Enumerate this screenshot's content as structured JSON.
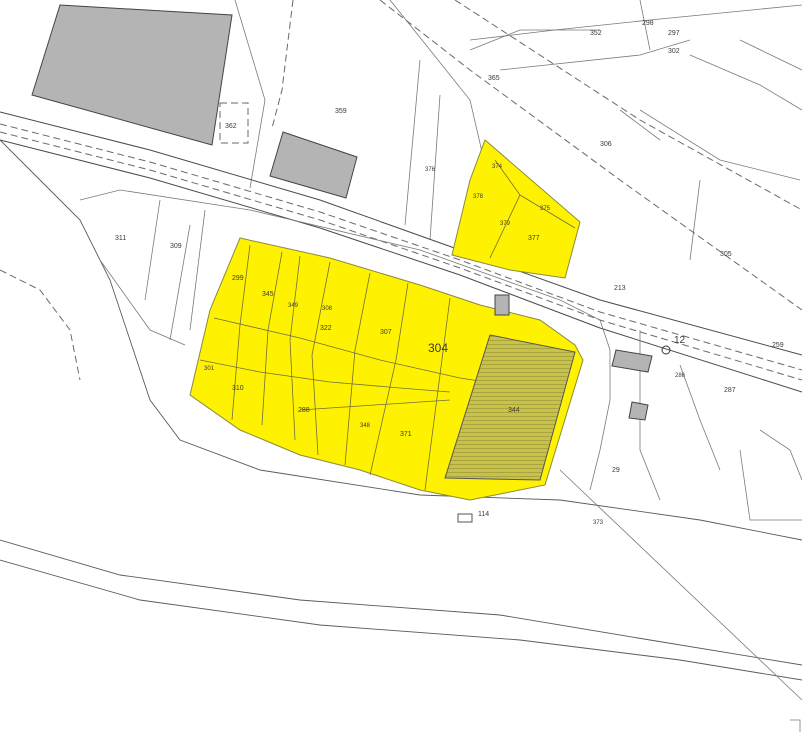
{
  "parcel_labels": [
    {
      "id": "p-352",
      "text": "352"
    },
    {
      "id": "p-298",
      "text": "298"
    },
    {
      "id": "p-297",
      "text": "297"
    },
    {
      "id": "p-302",
      "text": "302"
    },
    {
      "id": "p-365",
      "text": "365"
    },
    {
      "id": "p-306",
      "text": "306"
    },
    {
      "id": "p-359",
      "text": "359"
    },
    {
      "id": "p-362",
      "text": "362"
    },
    {
      "id": "p-376",
      "text": "376"
    },
    {
      "id": "p-311",
      "text": "311"
    },
    {
      "id": "p-309",
      "text": "309"
    },
    {
      "id": "p-299",
      "text": "299"
    },
    {
      "id": "p-307",
      "text": "307"
    },
    {
      "id": "p-322",
      "text": "322"
    },
    {
      "id": "p-304",
      "text": "304"
    },
    {
      "id": "p-345",
      "text": "345"
    },
    {
      "id": "p-344",
      "text": "344"
    },
    {
      "id": "p-308",
      "text": "308"
    },
    {
      "id": "p-349",
      "text": "349"
    },
    {
      "id": "p-310",
      "text": "310"
    },
    {
      "id": "p-301",
      "text": "301"
    },
    {
      "id": "p-288",
      "text": "288"
    },
    {
      "id": "p-348",
      "text": "348"
    },
    {
      "id": "p-371",
      "text": "371"
    },
    {
      "id": "p-374",
      "text": "374"
    },
    {
      "id": "p-375",
      "text": "375"
    },
    {
      "id": "p-378",
      "text": "378"
    },
    {
      "id": "p-379",
      "text": "379"
    },
    {
      "id": "p-377",
      "text": "377"
    },
    {
      "id": "p-213",
      "text": "213"
    },
    {
      "id": "p-12",
      "text": "12"
    },
    {
      "id": "p-259",
      "text": "259"
    },
    {
      "id": "p-287",
      "text": "287"
    },
    {
      "id": "p-29",
      "text": "29"
    },
    {
      "id": "p-114",
      "text": "114"
    },
    {
      "id": "p-373",
      "text": "373"
    },
    {
      "id": "p-286",
      "text": "286"
    },
    {
      "id": "p-305",
      "text": "305"
    }
  ],
  "colors": {
    "highlight": "#fff200",
    "building": "#b4b4b4",
    "lines": "#555555"
  }
}
